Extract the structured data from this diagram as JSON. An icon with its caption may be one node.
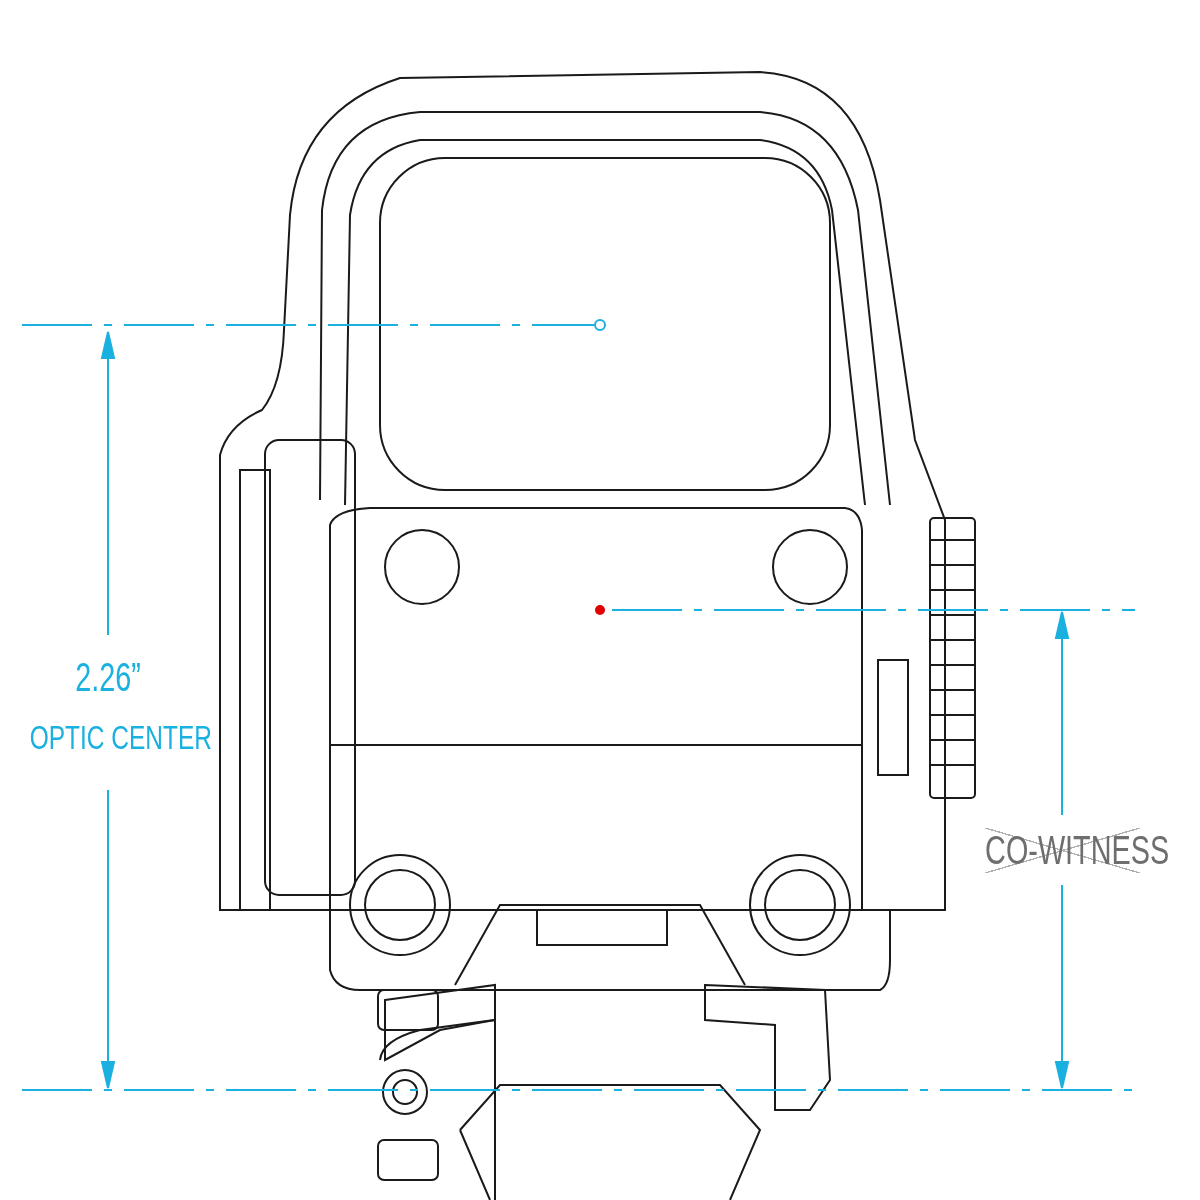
{
  "diagram": {
    "labels": [
      "2.26”",
      "OPTIC CENTER",
      "CO-WITNESS"
    ]
  }
}
